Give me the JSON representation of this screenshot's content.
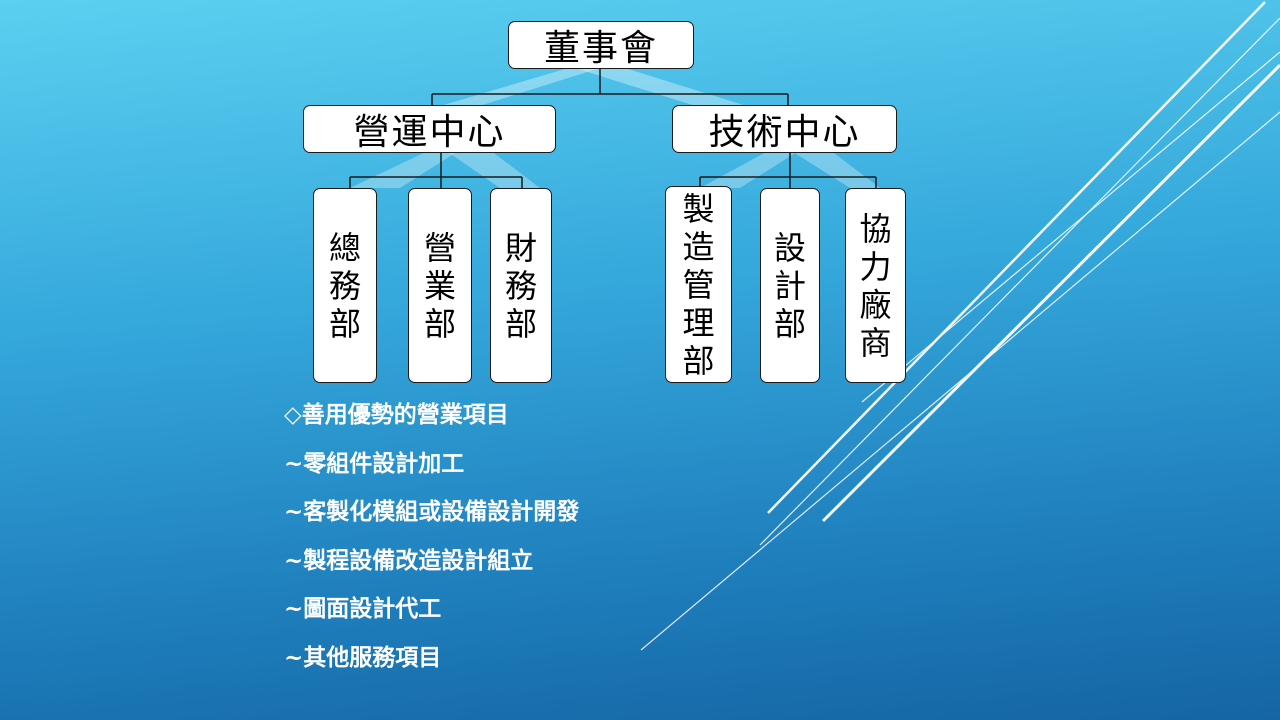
{
  "colors": {
    "background_top": "#5cd0f0",
    "background_bottom": "#1565a3",
    "box_fill": "#ffffff",
    "box_border": "#1a1a1a",
    "text_light": "#ffffff"
  },
  "org_chart": {
    "root": "董事會",
    "centers": [
      {
        "label": "營運中心",
        "departments": [
          "總務部",
          "營業部",
          "財務部"
        ]
      },
      {
        "label": "技術中心",
        "departments": [
          "製造管理部",
          "設計部",
          "協力廠商"
        ]
      }
    ]
  },
  "services": [
    "◇善用優勢的營業項目",
    "~零組件設計加工",
    "~客製化模組或設備設計開發",
    "~製程設備改造設計組立",
    "~圖面設計代工",
    "~其他服務項目"
  ]
}
